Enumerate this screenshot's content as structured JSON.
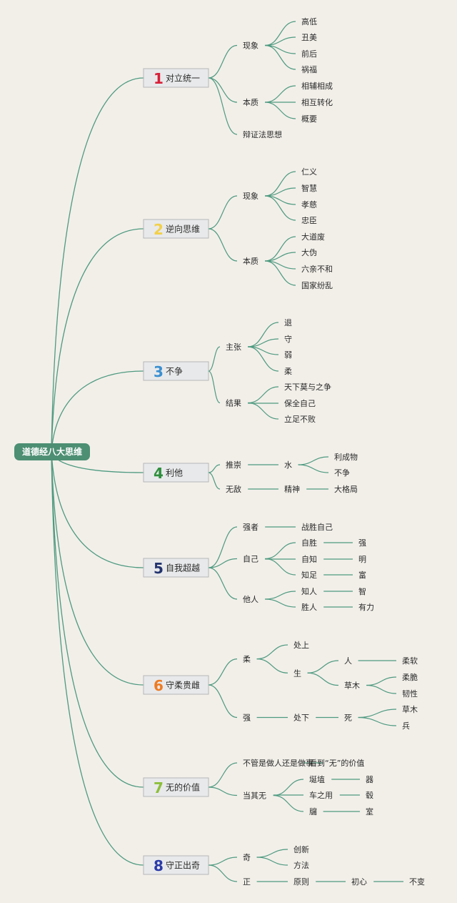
{
  "root": {
    "label": "道德经八大思维"
  },
  "branches": [
    {
      "num": "1",
      "num_color": "#d8203a",
      "title": "对立统一",
      "children": [
        {
          "label": "现象",
          "children": [
            {
              "label": "高低"
            },
            {
              "label": "丑美"
            },
            {
              "label": "前后"
            },
            {
              "label": "祸福"
            }
          ]
        },
        {
          "label": "本质",
          "children": [
            {
              "label": "相辅相成"
            },
            {
              "label": "相互转化"
            },
            {
              "label": "概要"
            }
          ]
        },
        {
          "label": "辩证法思想"
        }
      ]
    },
    {
      "num": "2",
      "num_color": "#f2d04a",
      "title": "逆向思维",
      "children": [
        {
          "label": "现象",
          "children": [
            {
              "label": "仁义"
            },
            {
              "label": "智慧"
            },
            {
              "label": "孝慈"
            },
            {
              "label": "忠臣"
            }
          ]
        },
        {
          "label": "本质",
          "children": [
            {
              "label": "大道废"
            },
            {
              "label": "大伪"
            },
            {
              "label": "六亲不和"
            },
            {
              "label": "国家纷乱"
            }
          ]
        }
      ]
    },
    {
      "num": "3",
      "num_color": "#3a8fd0",
      "title": "不争",
      "children": [
        {
          "label": "主张",
          "children": [
            {
              "label": "退"
            },
            {
              "label": "守"
            },
            {
              "label": "弱"
            },
            {
              "label": "柔"
            }
          ]
        },
        {
          "label": "结果",
          "children": [
            {
              "label": "天下莫与之争"
            },
            {
              "label": "保全自己"
            },
            {
              "label": "立足不败"
            }
          ]
        }
      ]
    },
    {
      "num": "4",
      "num_color": "#2e8f3c",
      "title": "利他",
      "children": [
        {
          "label": "推崇",
          "children": [
            {
              "label": "水",
              "children": [
                {
                  "label": "利成物"
                },
                {
                  "label": "不争"
                }
              ]
            }
          ]
        },
        {
          "label": "无敌",
          "children": [
            {
              "label": "精神",
              "children": [
                {
                  "label": "大格局"
                }
              ]
            }
          ]
        }
      ]
    },
    {
      "num": "5",
      "num_color": "#22336e",
      "title": "自我超越",
      "children": [
        {
          "label": "强者",
          "children": [
            {
              "label": "战胜自己"
            }
          ]
        },
        {
          "label": "自己",
          "children": [
            {
              "label": "自胜",
              "children": [
                {
                  "label": "强"
                }
              ]
            },
            {
              "label": "自知",
              "children": [
                {
                  "label": "明"
                }
              ]
            },
            {
              "label": "知足",
              "children": [
                {
                  "label": "富"
                }
              ]
            }
          ]
        },
        {
          "label": "他人",
          "children": [
            {
              "label": "知人",
              "children": [
                {
                  "label": "智"
                }
              ]
            },
            {
              "label": "胜人",
              "children": [
                {
                  "label": "有力"
                }
              ]
            }
          ]
        }
      ]
    },
    {
      "num": "6",
      "num_color": "#ee7a22",
      "title": "守柔贵雌",
      "children": [
        {
          "label": "柔",
          "children": [
            {
              "label": "处上"
            },
            {
              "label": "生",
              "children": [
                {
                  "label": "人",
                  "children": [
                    {
                      "label": "柔软"
                    }
                  ]
                },
                {
                  "label": "草木",
                  "children": [
                    {
                      "label": "柔脆"
                    },
                    {
                      "label": "韧性"
                    }
                  ]
                }
              ]
            }
          ]
        },
        {
          "label": "强",
          "children": [
            {
              "label": "处下",
              "children": [
                {
                  "label": "死",
                  "children": [
                    {
                      "label": "草木"
                    },
                    {
                      "label": "兵"
                    }
                  ]
                }
              ]
            }
          ]
        }
      ]
    },
    {
      "num": "7",
      "num_color": "#8cbf3a",
      "title": "无的价值",
      "children": [
        {
          "label": "不管是做人还是做事",
          "children": [
            {
              "label": "看到“无”的价值"
            }
          ]
        },
        {
          "label": "当其无",
          "children": [
            {
              "label": "埏埴",
              "children": [
                {
                  "label": "器"
                }
              ]
            },
            {
              "label": "车之用",
              "children": [
                {
                  "label": "毂"
                }
              ]
            },
            {
              "label": "牖",
              "children": [
                {
                  "label": "室"
                }
              ]
            }
          ]
        }
      ]
    },
    {
      "num": "8",
      "num_color": "#2a3aa8",
      "title": "守正出奇",
      "children": [
        {
          "label": "奇",
          "children": [
            {
              "label": "创新"
            },
            {
              "label": "方法"
            }
          ]
        },
        {
          "label": "正",
          "children": [
            {
              "label": "原则",
              "children": [
                {
                  "label": "初心",
                  "children": [
                    {
                      "label": "不变"
                    }
                  ]
                }
              ]
            }
          ]
        }
      ]
    }
  ],
  "colors": {
    "background": "#f2efe9",
    "line": "#4e9a80",
    "root_fill": "#4d8f73",
    "root_text": "#ffffff",
    "box_fill": "#e8e9ea",
    "box_stroke": "#b5b7b9",
    "text": "#2b2b2b"
  }
}
